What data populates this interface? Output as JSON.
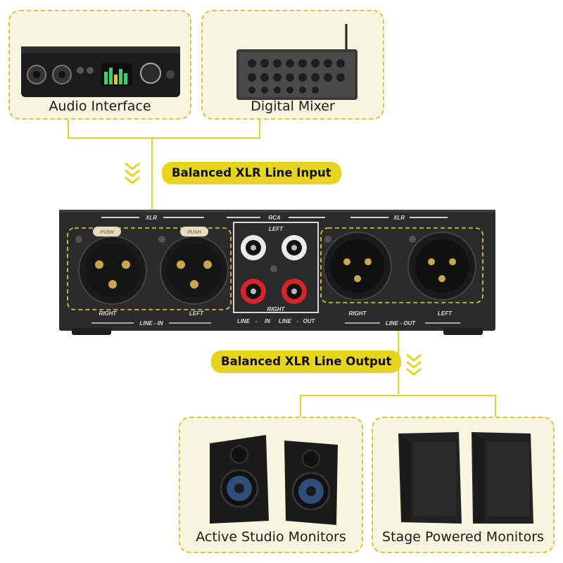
{
  "sources": [
    {
      "label": "Audio Interface",
      "icon": "audio-interface-icon"
    },
    {
      "label": "Digital Mixer",
      "icon": "digital-mixer-icon"
    }
  ],
  "input_label": "Balanced XLR Line Input",
  "output_label": "Balanced XLR Line Output",
  "destinations": [
    {
      "label": "Active Studio Monitors",
      "icon": "studio-monitors-icon"
    },
    {
      "label": "Stage Powered Monitors",
      "icon": "stage-monitors-icon"
    }
  ],
  "device": {
    "section_labels": {
      "xlr_in": "XLR",
      "rca": "RCA",
      "xlr_out": "XLR"
    },
    "in_channels": [
      "RIGHT",
      "LEFT"
    ],
    "in_group": "LINE - IN",
    "rca_labels": {
      "top": "LEFT",
      "bottom": "RIGHT"
    },
    "rca_group": [
      "LINE",
      "-",
      "IN",
      "LINE",
      "-",
      "OUT"
    ],
    "out_channels": [
      "RIGHT",
      "LEFT"
    ],
    "out_group": "LINE - OUT",
    "push_label": "PUSH"
  },
  "colors": {
    "accent": "#e6d41f",
    "card_bg": "#f9f4de",
    "card_border": "#d8c34a",
    "device": "#2b2b2b"
  }
}
